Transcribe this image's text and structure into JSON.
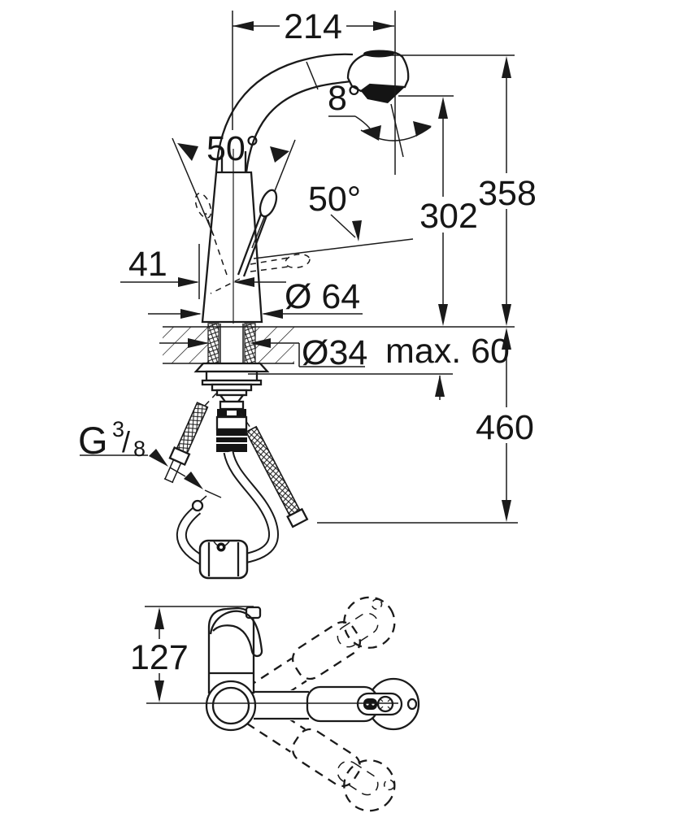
{
  "page": {
    "background": "#ffffff",
    "ink_color": "#1a1a1a",
    "drawing_type": "kitchen faucet installation technical drawing"
  },
  "side_view": {
    "dim_spout_reach": {
      "label": "214"
    },
    "dim_head_swivel_angle": {
      "label": "8°"
    },
    "dim_handle_swing_angle": {
      "label": "50°"
    },
    "dim_handle_lift_angle": {
      "label": "50°"
    },
    "dim_outlet_height": {
      "label": "302"
    },
    "dim_total_height": {
      "label": "358"
    },
    "dim_handle_offset": {
      "label": "41"
    },
    "dim_base_diameter": {
      "label": "Ø 64"
    },
    "dim_hole_diameter": {
      "label": "Ø34"
    },
    "dim_max_deck_thickness": {
      "label": "max. 60"
    },
    "dim_below_deck_length": {
      "label": "460"
    },
    "thread_spec": {
      "g": "G",
      "numerator": "3",
      "slash": "/",
      "denominator": "8"
    }
  },
  "top_view": {
    "dim_front_projection": {
      "label": "127"
    }
  }
}
